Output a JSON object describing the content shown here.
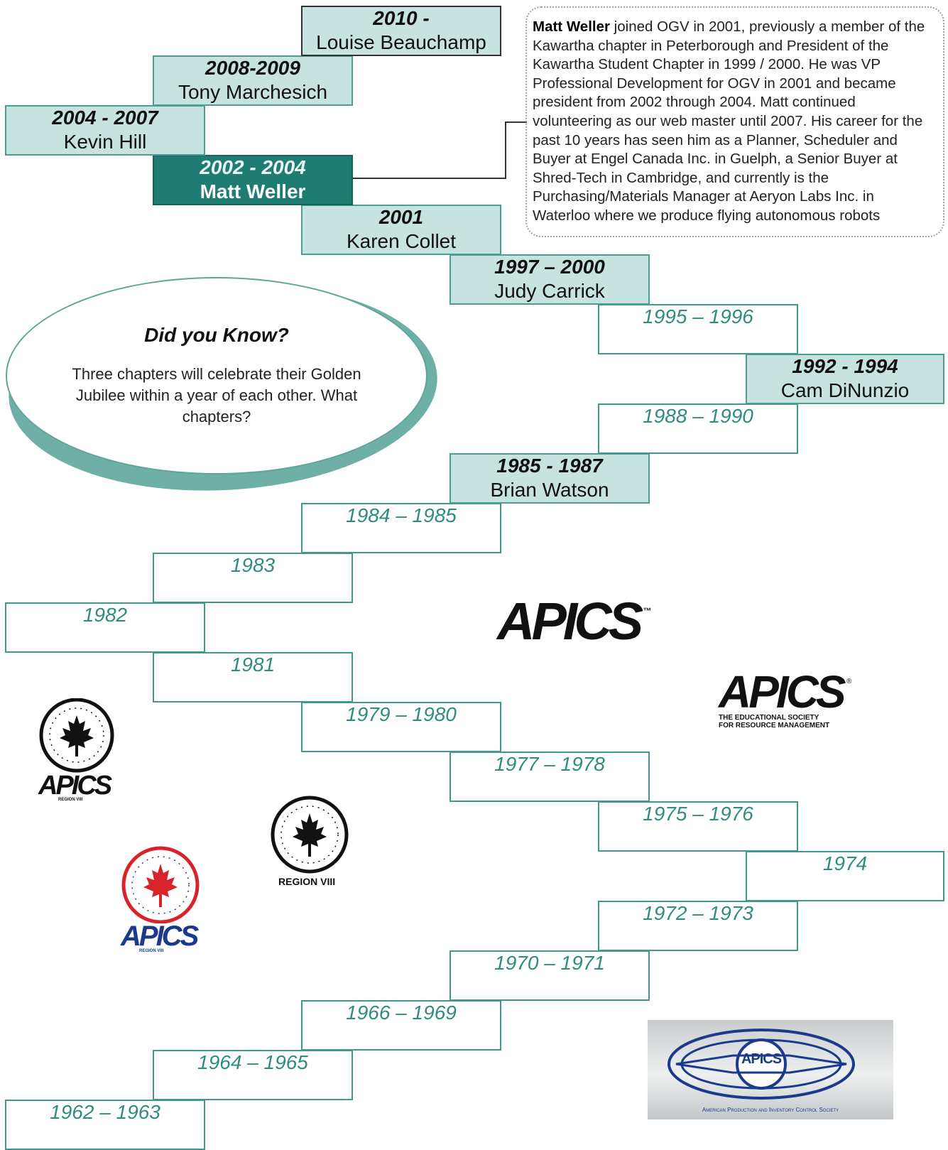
{
  "timeline": [
    {
      "years": "2010 -",
      "name": "Louise Beauchamp",
      "style": "filled topmost"
    },
    {
      "years": "2008-2009",
      "name": "Tony Marchesich",
      "style": "filled"
    },
    {
      "years": "2004 - 2007",
      "name": "Kevin Hill",
      "style": "filled"
    },
    {
      "years": "2002 - 2004",
      "name": "Matt Weller",
      "style": "dark"
    },
    {
      "years": "2001",
      "name": "Karen Collet",
      "style": "filled"
    },
    {
      "years": "1997 – 2000",
      "name": "Judy Carrick",
      "style": "filled"
    },
    {
      "years": "1995 – 1996",
      "name": "",
      "style": "empty"
    },
    {
      "years": "1992 - 1994",
      "name": "Cam DiNunzio",
      "style": "filled"
    },
    {
      "years": "1988 – 1990",
      "name": "",
      "style": "empty"
    },
    {
      "years": "1985 - 1987",
      "name": "Brian Watson",
      "style": "filled"
    },
    {
      "years": "1984 – 1985",
      "name": "",
      "style": "empty"
    },
    {
      "years": "1983",
      "name": "",
      "style": "empty"
    },
    {
      "years": "1982",
      "name": "",
      "style": "empty"
    },
    {
      "years": "1981",
      "name": "",
      "style": "empty"
    },
    {
      "years": "1979 – 1980",
      "name": "",
      "style": "empty"
    },
    {
      "years": "1977 – 1978",
      "name": "",
      "style": "empty"
    },
    {
      "years": "1975 – 1976",
      "name": "",
      "style": "empty"
    },
    {
      "years": "1974",
      "name": "",
      "style": "empty"
    },
    {
      "years": "1972 – 1973",
      "name": "",
      "style": "empty"
    },
    {
      "years": "1970 – 1971",
      "name": "",
      "style": "empty"
    },
    {
      "years": "1966 – 1969",
      "name": "",
      "style": "empty"
    },
    {
      "years": "1964 – 1965",
      "name": "",
      "style": "empty"
    },
    {
      "years": "1962 – 1963",
      "name": "",
      "style": "empty"
    }
  ],
  "bio": {
    "name": "Matt Weller",
    "text": " joined OGV in 2001, previously a member of the Kawartha chapter in Peterborough and President of the Kawartha Student Chapter in 1999 / 2000. He was VP Professional Development for OGV in 2001 and became president from 2002 through 2004. Matt continued volunteering as our web master until 2007.  His career for the past 10 years has seen him as a Planner, Scheduler and Buyer at Engel Canada Inc. in Guelph, a Senior Buyer at Shred-Tech in Cambridge, and currently is the Purchasing/Materials Manager at Aeryon Labs Inc. in Waterloo where we produce flying autonomous robots"
  },
  "did_you_know": {
    "title": "Did you Know?",
    "body": "Three chapters will celebrate their Golden Jubilee within a year of each other. What chapters?"
  },
  "logos": {
    "apics_tm": {
      "text": "APICS",
      "mark": "™"
    },
    "apics_society": {
      "text": "APICS",
      "mark": "®",
      "line1": "THE EDUCATIONAL SOCIETY",
      "line2": "FOR RESOURCE MANAGEMENT"
    },
    "capic_black": {
      "ring": "CAPIC ACGPS",
      "text": "APICS",
      "sub": "REGION VIII"
    },
    "capic_region": {
      "ring": "CAPIC ACGPS",
      "sub": "REGION VIII"
    },
    "capic_red": {
      "ring": "CAPIC ACGPS",
      "text": "APICS",
      "sub": "REGION VIII"
    },
    "apics_oval": {
      "text": "APICS",
      "caption": "American Production and Inventory Control Society"
    },
    "colors": {
      "teal": "#1f7c72",
      "light_teal": "#c6e3df",
      "red": "#d8232a",
      "navy": "#1b3a8c"
    }
  }
}
